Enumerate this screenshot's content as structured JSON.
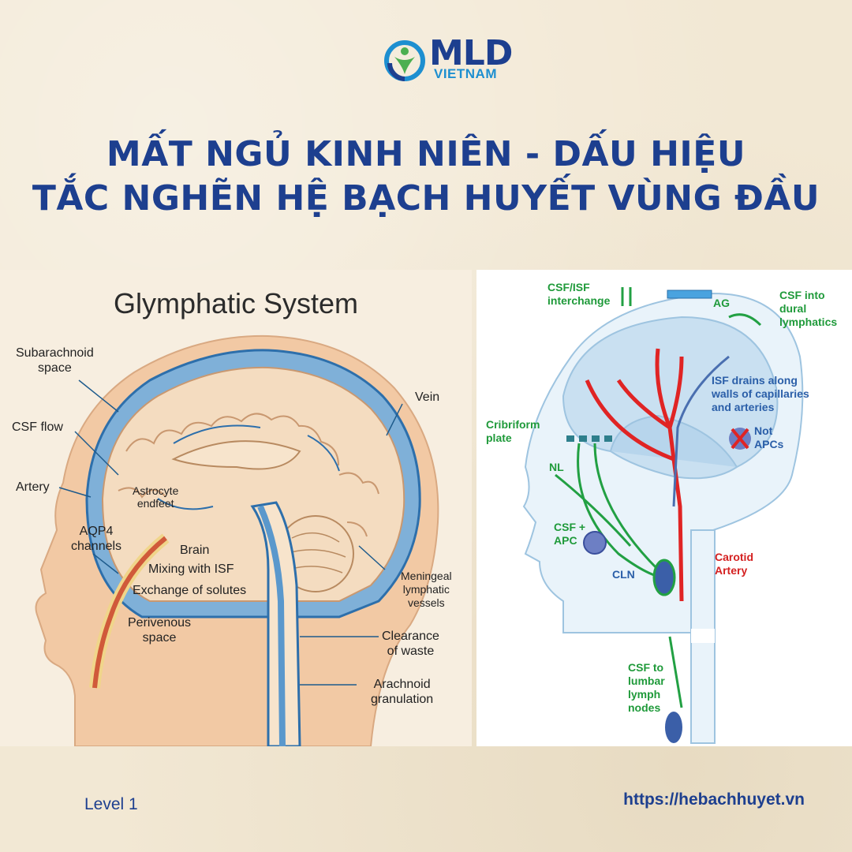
{
  "brand": {
    "name": "MLD",
    "sub": "VIETNAM"
  },
  "headline": {
    "line1": "MẤT NGỦ KINH NIÊN - DẤU HIỆU",
    "line2": "TẮC NGHẼN HỆ BẠCH HUYẾT VÙNG ĐẦU"
  },
  "left_diagram": {
    "title": "Glymphatic System",
    "labels": {
      "subarachnoid_1": "Subarachnoid",
      "subarachnoid_2": "space",
      "csf_flow": "CSF flow",
      "artery": "Artery",
      "aqp4_1": "AQP4",
      "aqp4_2": "channels",
      "astro_1": "Astrocyte",
      "astro_2": "endfeet",
      "brain": "Brain",
      "mixing": "Mixing with ISF",
      "exchange": "Exchange of solutes",
      "perivenous_1": "Perivenous",
      "perivenous_2": "space",
      "vein": "Vein",
      "meningeal_1": "Meningeal",
      "meningeal_2": "lymphatic",
      "meningeal_3": "vessels",
      "clearance_1": "Clearance",
      "clearance_2": "of waste",
      "arachnoid_1": "Arachnoid",
      "arachnoid_2": "granulation"
    }
  },
  "right_diagram": {
    "labels": {
      "csf_isf_1": "CSF/ISF",
      "csf_isf_2": "interchange",
      "ag": "AG",
      "dura_1": "CSF into dural",
      "dura_2": "lymphatics",
      "isf_1": "ISF drains along",
      "isf_2": "walls of capillaries",
      "isf_3": "and arteries",
      "not_1": "Not",
      "not_2": "APCs",
      "cribriform_1": "Cribriform",
      "cribriform_2": "plate",
      "nl": "NL",
      "csf_apc_1": "CSF +",
      "csf_apc_2": "APC",
      "cln": "CLN",
      "carotid_1": "Carotid",
      "carotid_2": "Artery",
      "lumbar_1": "CSF to",
      "lumbar_2": "lumbar",
      "lumbar_3": "lymph",
      "lumbar_4": "nodes"
    }
  },
  "footer": {
    "level": "Level 1",
    "url": "https://hebachhuyet.vn"
  },
  "colors": {
    "brand_blue": "#1d3f8f",
    "accent_blue": "#1d8fd0",
    "green": "#1f9a3a",
    "red": "#d42020"
  }
}
